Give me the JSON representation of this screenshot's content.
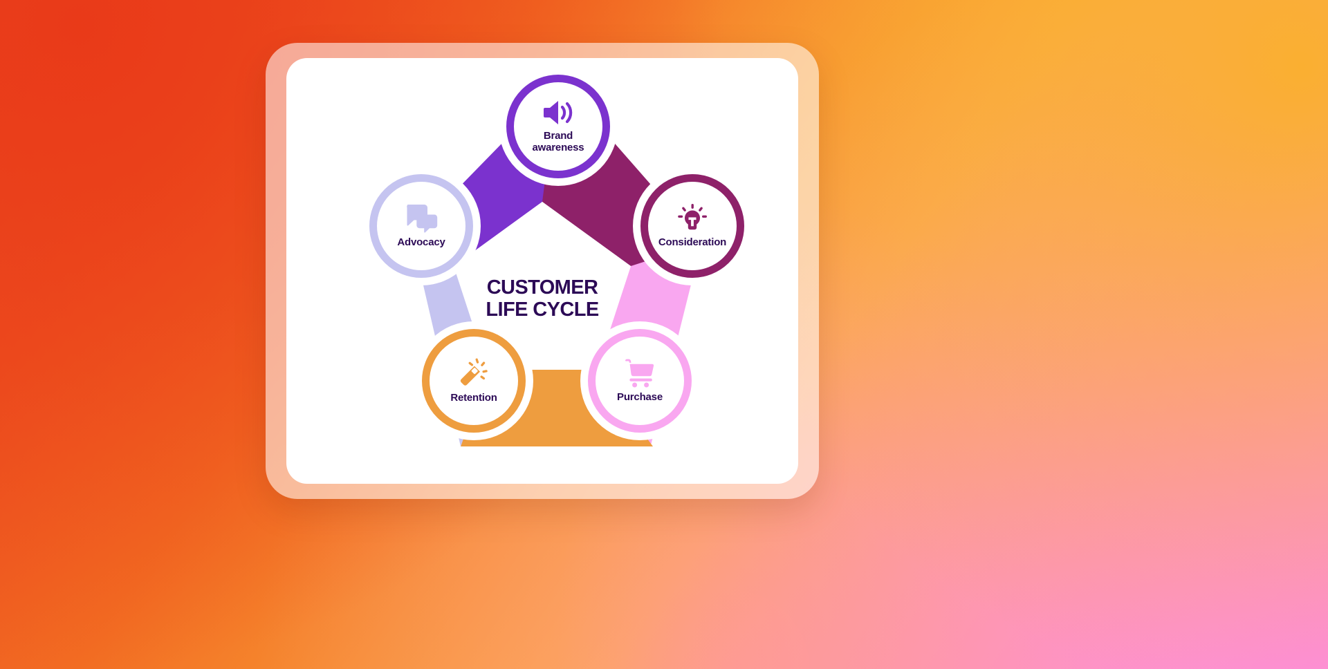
{
  "background": {
    "gradient_from": "#ea4a23",
    "gradient_mid": "#f79232",
    "gradient_to": "#fd94dd"
  },
  "card": {
    "frame_color": "#ffd7ba",
    "surface_color": "#ffffff"
  },
  "center": {
    "title_line1": "CUSTOMER",
    "title_line2": "LIFE CYCLE",
    "title_color": "#2c0a56"
  },
  "stages": [
    {
      "id": "brand-awareness",
      "label": "Brand awareness",
      "label_line1": "Brand",
      "label_line2": "awareness",
      "icon": "speaker-volume-icon",
      "color": "#7b32ce",
      "position": "top"
    },
    {
      "id": "consideration",
      "label": "Consideration",
      "label_line1": "Consideration",
      "label_line2": "",
      "icon": "lightbulb-icon",
      "color": "#8e2169",
      "position": "right"
    },
    {
      "id": "purchase",
      "label": "Purchase",
      "label_line1": "Purchase",
      "label_line2": "",
      "icon": "shopping-cart-icon",
      "color": "#f9a7f0",
      "position": "bottom-right"
    },
    {
      "id": "retention",
      "label": "Retention",
      "label_line1": "Retention",
      "label_line2": "",
      "icon": "magic-wand-icon",
      "color": "#ee9d3f",
      "position": "bottom-left"
    },
    {
      "id": "advocacy",
      "label": "Advocacy",
      "label_line1": "Advocacy",
      "label_line2": "",
      "icon": "chat-bubbles-icon",
      "color": "#c5c4f0",
      "position": "left"
    }
  ]
}
